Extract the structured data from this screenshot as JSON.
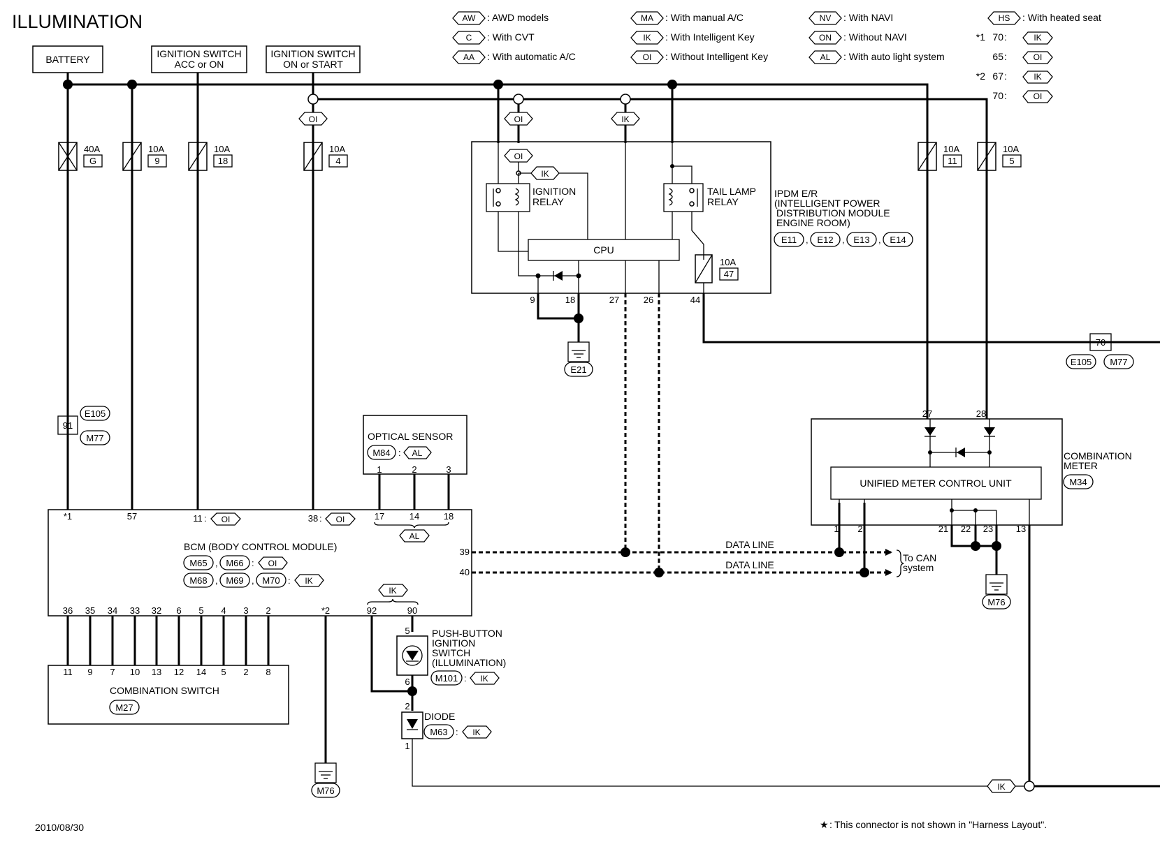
{
  "title": "ILLUMINATION",
  "date": "2010/08/30",
  "footnote": "This connector is not shown in \"Harness Layout\".",
  "legend": [
    {
      "code": "AW",
      "text": ": AWD models"
    },
    {
      "code": "C",
      "text": ": With CVT"
    },
    {
      "code": "AA",
      "text": ": With automatic A/C"
    },
    {
      "code": "MA",
      "text": ": With manual A/C"
    },
    {
      "code": "IK",
      "text": ": With Intelligent Key"
    },
    {
      "code": "OI",
      "text": ": Without Intelligent Key"
    },
    {
      "code": "NV",
      "text": ": With NAVI"
    },
    {
      "code": "ON",
      "text": ": Without NAVI"
    },
    {
      "code": "AL",
      "text": ": With auto light system"
    },
    {
      "code": "HS",
      "text": ": With heated seat"
    }
  ],
  "star_notes": [
    {
      "mark": "*1",
      "pin": "70",
      "code": "IK"
    },
    {
      "mark": "",
      "pin": "65",
      "code": "OI"
    },
    {
      "mark": "*2",
      "pin": "67",
      "code": "IK"
    },
    {
      "mark": "",
      "pin": "70",
      "code": "OI"
    }
  ],
  "power_sources": {
    "battery": "BATTERY",
    "ign_acc_1": "IGNITION SWITCH",
    "ign_acc_2": "ACC or ON",
    "ign_start_1": "IGNITION SWITCH",
    "ign_start_2": "ON or START"
  },
  "fuses": [
    {
      "amp": "40A",
      "id": "G"
    },
    {
      "amp": "10A",
      "id": "9"
    },
    {
      "amp": "10A",
      "id": "18"
    },
    {
      "amp": "10A",
      "id": "4"
    },
    {
      "amp": "10A",
      "id": "11"
    },
    {
      "amp": "10A",
      "id": "5"
    },
    {
      "amp": "10A",
      "id": "47"
    }
  ],
  "ipdm": {
    "label_1": "IPDM E/R",
    "label_2": "(INTELLIGENT POWER",
    "label_3": "DISTRIBUTION MODULE",
    "label_4": "ENGINE ROOM)",
    "connectors": [
      "E11",
      "E12",
      "E13",
      "E14"
    ],
    "ignition_relay_1": "IGNITION",
    "ignition_relay_2": "RELAY",
    "tail_relay_1": "TAIL LAMP",
    "tail_relay_2": "RELAY",
    "cpu": "CPU",
    "pins": [
      "9",
      "18",
      "27",
      "26",
      "44"
    ],
    "ground": "E21"
  },
  "codes": {
    "oi": "OI",
    "ik": "IK",
    "al": "AL"
  },
  "joint": {
    "pin_91": "91",
    "pin_70": "70",
    "c_e105": "E105",
    "c_m77": "M77"
  },
  "optical_sensor": {
    "name": "OPTICAL SENSOR",
    "conn": "M84",
    "pins": [
      "1",
      "2",
      "3"
    ]
  },
  "bcm": {
    "name": "BCM (BODY CONTROL MODULE)",
    "conns_row1": [
      "M65",
      "M66"
    ],
    "conns_row2": [
      "M68",
      "M69",
      "M70"
    ],
    "top_pins": [
      "*1",
      "57",
      "11",
      "38",
      "17",
      "14",
      "18"
    ],
    "right_pins": [
      "39",
      "40"
    ],
    "bottom_pins": [
      "36",
      "35",
      "34",
      "33",
      "32",
      "6",
      "5",
      "4",
      "3",
      "2",
      "*2",
      "92",
      "90"
    ]
  },
  "data_line": "DATA LINE",
  "can": {
    "line1": "To CAN",
    "line2": "system"
  },
  "combination_switch": {
    "name": "COMBINATION SWITCH",
    "conn": "M27",
    "pins": [
      "11",
      "9",
      "7",
      "10",
      "13",
      "12",
      "14",
      "5",
      "2",
      "8"
    ]
  },
  "push_button": {
    "line1": "PUSH-BUTTON",
    "line2": "IGNITION",
    "line3": "SWITCH",
    "line4": "(ILLUMINATION)",
    "conn": "M101",
    "pins": [
      "5",
      "6"
    ]
  },
  "diode": {
    "name": "DIODE",
    "conn": "M63",
    "pins": [
      "2",
      "1"
    ]
  },
  "combination_meter": {
    "label_1": "COMBINATION",
    "label_2": "METER",
    "conn": "M34",
    "unit": "UNIFIED METER CONTROL UNIT",
    "top_pins": [
      "27",
      "28"
    ],
    "bottom_pins": [
      "1",
      "2",
      "21",
      "22",
      "23",
      "13"
    ],
    "ground": "M76"
  },
  "ground_bcm": "M76"
}
